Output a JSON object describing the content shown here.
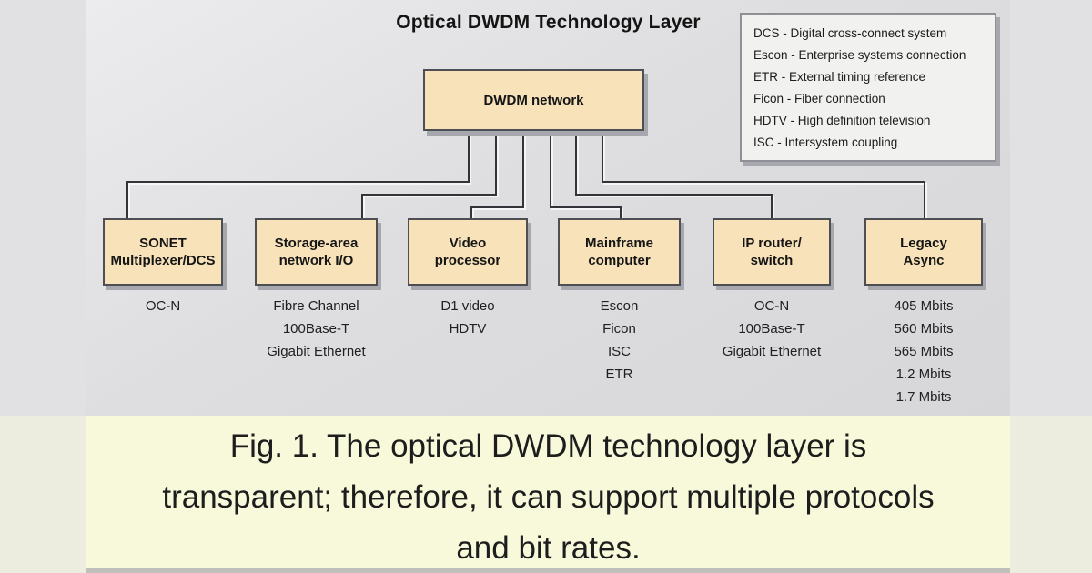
{
  "figure": {
    "title": "Optical DWDM Technology Layer",
    "root_node": {
      "label": "DWDM network"
    },
    "legend": {
      "lines": [
        "DCS - Digital cross-connect system",
        "Escon - Enterprise systems connection",
        "ETR - External timing reference",
        "Ficon - Fiber connection",
        "HDTV - High definition television",
        "ISC - Intersystem coupling"
      ]
    },
    "nodes": [
      {
        "label": "SONET\nMultiplexer/DCS",
        "sub_items": [
          "OC-N"
        ]
      },
      {
        "label": "Storage-area\nnetwork I/O",
        "sub_items": [
          "Fibre Channel",
          "100Base-T",
          "Gigabit Ethernet"
        ]
      },
      {
        "label": "Video\nprocessor",
        "sub_items": [
          "D1 video",
          "HDTV"
        ]
      },
      {
        "label": "Mainframe\ncomputer",
        "sub_items": [
          "Escon",
          "Ficon",
          "ISC",
          "ETR"
        ]
      },
      {
        "label": "IP router/\nswitch",
        "sub_items": [
          "OC-N",
          "100Base-T",
          "Gigabit Ethernet"
        ]
      },
      {
        "label": "Legacy\nAsync",
        "sub_items": [
          "405 Mbits",
          "560 Mbits",
          "565 Mbits",
          "1.2 Mbits",
          "1.7 Mbits"
        ]
      }
    ],
    "caption": {
      "lines": [
        "Fig. 1. The optical DWDM technology layer is",
        "transparent; therefore, it can support multiple protocols",
        "and bit rates."
      ]
    },
    "colors": {
      "node_fill": "#f7e2ba",
      "node_border": "#4e4e55",
      "diagram_bg": "#dedee0",
      "caption_bg": "#f8f9da",
      "connector": "#33333a",
      "legend_fill": "#f1f1f0"
    }
  }
}
